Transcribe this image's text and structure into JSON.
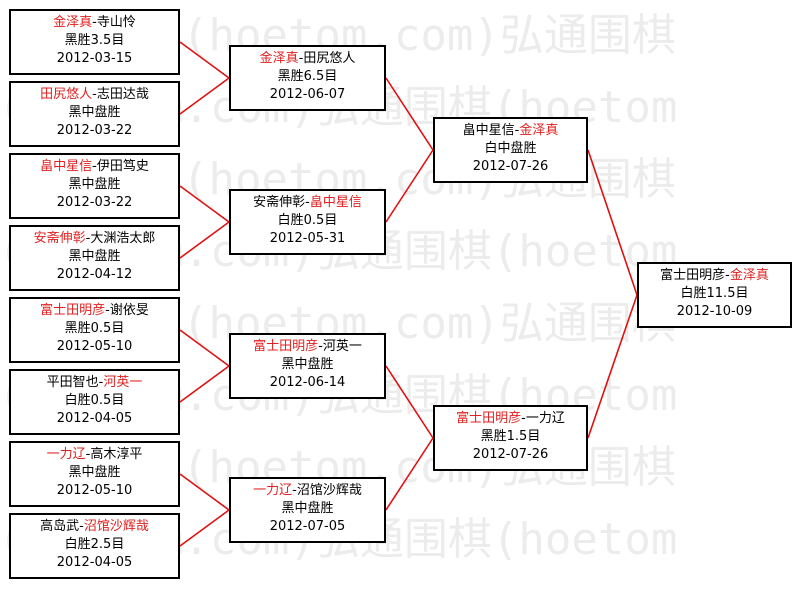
{
  "watermark_rows": [
    "弘通围棋(hoetom.com)弘通围棋",
    "围棋(hoetom.com)弘通围棋(hoetom",
    "弘通围棋(hoetom.com)弘通围棋",
    "围棋(hoetom.com)弘通围棋(hoetom",
    "弘通围棋(hoetom.com)弘通围棋",
    "围棋(hoetom.com)弘通围棋(hoetom",
    "弘通围棋(hoetom.com)弘通围棋",
    "围棋(hoetom.com)弘通围棋(hoetom"
  ],
  "line_color": "#e01010",
  "winner_color": "#e02020",
  "matches": [
    {
      "id": "r1-1",
      "p1": "金泽真",
      "p2": "寺山怜",
      "winner": 1,
      "result": "黑胜3.5目",
      "date": "2012-03-15"
    },
    {
      "id": "r1-2",
      "p1": "田尻悠人",
      "p2": "志田达哉",
      "winner": 1,
      "result": "黑中盘胜",
      "date": "2012-03-22"
    },
    {
      "id": "r1-3",
      "p1": "畠中星信",
      "p2": "伊田笃史",
      "winner": 1,
      "result": "黑中盘胜",
      "date": "2012-03-22"
    },
    {
      "id": "r1-4",
      "p1": "安斋伸彰",
      "p2": "大渊浩太郎",
      "winner": 1,
      "result": "黑中盘胜",
      "date": "2012-04-12"
    },
    {
      "id": "r1-5",
      "p1": "富士田明彦",
      "p2": "谢依旻",
      "winner": 1,
      "result": "黑胜0.5目",
      "date": "2012-05-10"
    },
    {
      "id": "r1-6",
      "p1": "平田智也",
      "p2": "河英一",
      "winner": 2,
      "result": "白胜0.5目",
      "date": "2012-04-05"
    },
    {
      "id": "r1-7",
      "p1": "一力辽",
      "p2": "高木淳平",
      "winner": 1,
      "result": "黑中盘胜",
      "date": "2012-05-10"
    },
    {
      "id": "r1-8",
      "p1": "高岛武",
      "p2": "沼馆沙辉哉",
      "winner": 2,
      "result": "白胜2.5目",
      "date": "2012-04-05"
    },
    {
      "id": "r2-1",
      "p1": "金泽真",
      "p2": "田尻悠人",
      "winner": 1,
      "result": "黑胜6.5目",
      "date": "2012-06-07"
    },
    {
      "id": "r2-2",
      "p1": "安斋伸彰",
      "p2": "畠中星信",
      "winner": 2,
      "result": "白胜0.5目",
      "date": "2012-05-31"
    },
    {
      "id": "r2-3",
      "p1": "富士田明彦",
      "p2": "河英一",
      "winner": 1,
      "result": "黑中盘胜",
      "date": "2012-06-14"
    },
    {
      "id": "r2-4",
      "p1": "一力辽",
      "p2": "沼馆沙辉哉",
      "winner": 1,
      "result": "黑中盘胜",
      "date": "2012-07-05"
    },
    {
      "id": "r3-1",
      "p1": "畠中星信",
      "p2": "金泽真",
      "winner": 2,
      "result": "白中盘胜",
      "date": "2012-07-26"
    },
    {
      "id": "r3-2",
      "p1": "富士田明彦",
      "p2": "一力辽",
      "winner": 1,
      "result": "黑胜1.5目",
      "date": "2012-07-26"
    },
    {
      "id": "final",
      "p1": "富士田明彦",
      "p2": "金泽真",
      "winner": 2,
      "result": "白胜11.5目",
      "date": "2012-10-09"
    }
  ]
}
